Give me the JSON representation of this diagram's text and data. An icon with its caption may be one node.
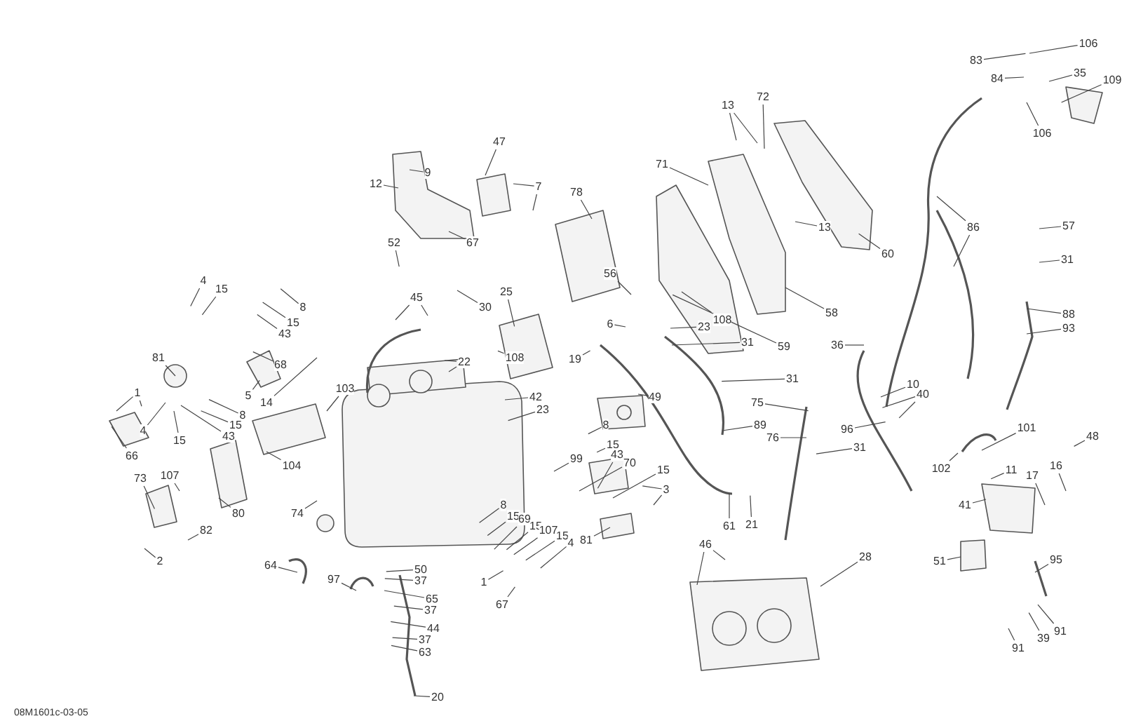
{
  "diagram": {
    "nodes": [
      {
        "text": [
          "106"
        ]
      },
      {
        "text": [
          "83"
        ]
      },
      {
        "text": [
          "35"
        ]
      },
      {
        "text": [
          "84"
        ]
      },
      {
        "text": [
          "109"
        ]
      },
      {
        "text": [
          "72"
        ]
      },
      {
        "text": [
          "13"
        ]
      },
      {
        "text": [
          "106"
        ]
      },
      {
        "text": [
          "47"
        ]
      },
      {
        "text": [
          "71"
        ]
      },
      {
        "text": [
          "9"
        ]
      },
      {
        "text": [
          "12"
        ]
      },
      {
        "text": [
          "7"
        ]
      },
      {
        "text": [
          "78"
        ]
      },
      {
        "text": [
          "13"
        ]
      },
      {
        "text": [
          "86"
        ]
      },
      {
        "text": [
          "57"
        ]
      },
      {
        "text": [
          "67"
        ]
      },
      {
        "text": [
          "52"
        ]
      },
      {
        "text": [
          "60"
        ]
      },
      {
        "text": [
          "31"
        ]
      },
      {
        "text": [
          "56"
        ]
      },
      {
        "text": [
          "4"
        ]
      },
      {
        "text": [
          "15"
        ]
      },
      {
        "text": [
          "8"
        ]
      },
      {
        "text": [
          "25"
        ]
      },
      {
        "text": [
          "45"
        ]
      },
      {
        "text": [
          "30"
        ]
      },
      {
        "text": [
          "58"
        ]
      },
      {
        "text": [
          "88"
        ]
      },
      {
        "text": [
          "15"
        ]
      },
      {
        "text": [
          "6"
        ]
      },
      {
        "text": [
          "108"
        ]
      },
      {
        "text": [
          "23"
        ]
      },
      {
        "text": [
          "93"
        ]
      },
      {
        "text": [
          "43"
        ]
      },
      {
        "text": [
          "31"
        ]
      },
      {
        "text": [
          "36"
        ]
      },
      {
        "text": [
          "59"
        ]
      },
      {
        "text": [
          "81"
        ]
      },
      {
        "text": [
          "22"
        ]
      },
      {
        "text": [
          "108"
        ]
      },
      {
        "text": [
          "19"
        ]
      },
      {
        "text": [
          "68"
        ]
      },
      {
        "text": [
          "31"
        ]
      },
      {
        "text": [
          "10"
        ]
      },
      {
        "text": [
          "103"
        ]
      },
      {
        "text": [
          "1"
        ]
      },
      {
        "text": [
          "5"
        ]
      },
      {
        "text": [
          "40"
        ]
      },
      {
        "text": [
          "42"
        ]
      },
      {
        "text": [
          "49"
        ]
      },
      {
        "text": [
          "14"
        ]
      },
      {
        "text": [
          "75"
        ]
      },
      {
        "text": [
          "23"
        ]
      },
      {
        "text": [
          "8"
        ]
      },
      {
        "text": [
          "15"
        ]
      },
      {
        "text": [
          "89"
        ]
      },
      {
        "text": [
          "8"
        ]
      },
      {
        "text": [
          "96"
        ]
      },
      {
        "text": [
          "4"
        ]
      },
      {
        "text": [
          "48"
        ]
      },
      {
        "text": [
          "101"
        ]
      },
      {
        "text": [
          "43"
        ]
      },
      {
        "text": [
          "76"
        ]
      },
      {
        "text": [
          "15"
        ]
      },
      {
        "text": [
          "15"
        ]
      },
      {
        "text": [
          "31"
        ]
      },
      {
        "text": [
          "66"
        ]
      },
      {
        "text": [
          "43"
        ]
      },
      {
        "text": [
          "99"
        ]
      },
      {
        "text": [
          "70"
        ]
      },
      {
        "text": [
          "104"
        ]
      },
      {
        "text": [
          "102"
        ]
      },
      {
        "text": [
          "16"
        ]
      },
      {
        "text": [
          "11"
        ]
      },
      {
        "text": [
          "15"
        ]
      },
      {
        "text": [
          "17"
        ]
      },
      {
        "text": [
          "107"
        ]
      },
      {
        "text": [
          "73"
        ]
      },
      {
        "text": [
          "3"
        ]
      },
      {
        "text": [
          "41"
        ]
      },
      {
        "text": [
          "8"
        ]
      },
      {
        "text": [
          "74"
        ]
      },
      {
        "text": [
          "80"
        ]
      },
      {
        "text": [
          "15"
        ]
      },
      {
        "text": [
          "69"
        ]
      },
      {
        "text": [
          "15"
        ]
      },
      {
        "text": [
          "61"
        ]
      },
      {
        "text": [
          "21"
        ]
      },
      {
        "text": [
          "107"
        ]
      },
      {
        "text": [
          "82"
        ]
      },
      {
        "text": [
          "15"
        ]
      },
      {
        "text": [
          "81"
        ]
      },
      {
        "text": [
          "4"
        ]
      },
      {
        "text": [
          "46"
        ]
      },
      {
        "text": [
          "28"
        ]
      },
      {
        "text": [
          "95"
        ]
      },
      {
        "text": [
          "51"
        ]
      },
      {
        "text": [
          "2"
        ]
      },
      {
        "text": [
          "64"
        ]
      },
      {
        "text": [
          "50"
        ]
      },
      {
        "text": [
          "97"
        ]
      },
      {
        "text": [
          "37"
        ]
      },
      {
        "text": [
          "1"
        ]
      },
      {
        "text": [
          "65"
        ]
      },
      {
        "text": [
          "67"
        ]
      },
      {
        "text": [
          "37"
        ]
      },
      {
        "text": [
          "44"
        ]
      },
      {
        "text": [
          "91"
        ]
      },
      {
        "text": [
          "39"
        ]
      },
      {
        "text": [
          "37"
        ]
      },
      {
        "text": [
          "91"
        ]
      },
      {
        "text": [
          "63"
        ]
      },
      {
        "text": [
          "20"
        ]
      }
    ],
    "edges": [
      {
        "from": 0,
        "to": null,
        "arrow": "none"
      },
      {
        "from": 1,
        "to": null,
        "arrow": "none"
      },
      {
        "from": 2,
        "to": null,
        "arrow": "none"
      },
      {
        "from": 3,
        "to": null,
        "arrow": "none"
      },
      {
        "from": 4,
        "to": null,
        "arrow": "none"
      },
      {
        "from": 5,
        "to": null,
        "arrow": "none"
      },
      {
        "from": 6,
        "to": null,
        "arrow": "none"
      },
      {
        "from": 6,
        "to": null,
        "arrow": "none"
      },
      {
        "from": 7,
        "to": null,
        "arrow": "none"
      },
      {
        "from": 8,
        "to": null,
        "arrow": "none"
      },
      {
        "from": 9,
        "to": null,
        "arrow": "none"
      },
      {
        "from": 10,
        "to": null,
        "arrow": "none"
      },
      {
        "from": 11,
        "to": null,
        "arrow": "none"
      },
      {
        "from": 12,
        "to": null,
        "arrow": "none"
      },
      {
        "from": 12,
        "to": null,
        "arrow": "none"
      },
      {
        "from": 13,
        "to": null,
        "arrow": "none"
      },
      {
        "from": 14,
        "to": null,
        "arrow": "none"
      },
      {
        "from": 15,
        "to": null,
        "arrow": "none"
      },
      {
        "from": 15,
        "to": null,
        "arrow": "none"
      },
      {
        "from": 16,
        "to": null,
        "arrow": "none"
      },
      {
        "from": 17,
        "to": null,
        "arrow": "none"
      },
      {
        "from": 18,
        "to": null,
        "arrow": "none"
      },
      {
        "from": 19,
        "to": null,
        "arrow": "none"
      },
      {
        "from": 20,
        "to": null,
        "arrow": "none"
      },
      {
        "from": 21,
        "to": null,
        "arrow": "none"
      },
      {
        "from": 22,
        "to": null,
        "arrow": "none"
      },
      {
        "from": 23,
        "to": null,
        "arrow": "none"
      },
      {
        "from": 24,
        "to": null,
        "arrow": "none"
      },
      {
        "from": 25,
        "to": null,
        "arrow": "none"
      },
      {
        "from": 26,
        "to": null,
        "arrow": "none"
      },
      {
        "from": 26,
        "to": null,
        "arrow": "none"
      },
      {
        "from": 27,
        "to": null,
        "arrow": "none"
      },
      {
        "from": 28,
        "to": null,
        "arrow": "none"
      },
      {
        "from": 29,
        "to": null,
        "arrow": "none"
      },
      {
        "from": 30,
        "to": null,
        "arrow": "none"
      },
      {
        "from": 31,
        "to": null,
        "arrow": "none"
      },
      {
        "from": 32,
        "to": null,
        "arrow": "none"
      },
      {
        "from": 33,
        "to": null,
        "arrow": "none"
      },
      {
        "from": 34,
        "to": null,
        "arrow": "none"
      },
      {
        "from": 35,
        "to": null,
        "arrow": "none"
      },
      {
        "from": 36,
        "to": null,
        "arrow": "none"
      },
      {
        "from": 37,
        "to": null,
        "arrow": "none"
      },
      {
        "from": 38,
        "to": null,
        "arrow": "none"
      },
      {
        "from": 39,
        "to": null,
        "arrow": "none"
      },
      {
        "from": 40,
        "to": null,
        "arrow": "none"
      },
      {
        "from": 40,
        "to": null,
        "arrow": "none"
      },
      {
        "from": 41,
        "to": null,
        "arrow": "none"
      },
      {
        "from": 42,
        "to": null,
        "arrow": "none"
      },
      {
        "from": 43,
        "to": null,
        "arrow": "none"
      },
      {
        "from": 44,
        "to": null,
        "arrow": "none"
      },
      {
        "from": 45,
        "to": null,
        "arrow": "none"
      },
      {
        "from": 46,
        "to": null,
        "arrow": "none"
      },
      {
        "from": 47,
        "to": null,
        "arrow": "none"
      },
      {
        "from": 47,
        "to": null,
        "arrow": "none"
      },
      {
        "from": 48,
        "to": null,
        "arrow": "none"
      },
      {
        "from": 49,
        "to": null,
        "arrow": "none"
      },
      {
        "from": 49,
        "to": null,
        "arrow": "none"
      },
      {
        "from": 50,
        "to": null,
        "arrow": "none"
      },
      {
        "from": 51,
        "to": null,
        "arrow": "none"
      },
      {
        "from": 52,
        "to": null,
        "arrow": "none"
      },
      {
        "from": 53,
        "to": null,
        "arrow": "none"
      },
      {
        "from": 54,
        "to": null,
        "arrow": "none"
      },
      {
        "from": 55,
        "to": null,
        "arrow": "none"
      },
      {
        "from": 56,
        "to": null,
        "arrow": "none"
      },
      {
        "from": 57,
        "to": null,
        "arrow": "none"
      },
      {
        "from": 58,
        "to": null,
        "arrow": "none"
      },
      {
        "from": 59,
        "to": null,
        "arrow": "none"
      },
      {
        "from": 60,
        "to": null,
        "arrow": "none"
      },
      {
        "from": 61,
        "to": null,
        "arrow": "none"
      },
      {
        "from": 62,
        "to": null,
        "arrow": "none"
      },
      {
        "from": 63,
        "to": null,
        "arrow": "none"
      },
      {
        "from": 64,
        "to": null,
        "arrow": "none"
      },
      {
        "from": 65,
        "to": null,
        "arrow": "none"
      },
      {
        "from": 66,
        "to": null,
        "arrow": "none"
      },
      {
        "from": 67,
        "to": null,
        "arrow": "none"
      },
      {
        "from": 68,
        "to": null,
        "arrow": "none"
      },
      {
        "from": 69,
        "to": null,
        "arrow": "none"
      },
      {
        "from": 70,
        "to": null,
        "arrow": "none"
      },
      {
        "from": 71,
        "to": null,
        "arrow": "none"
      },
      {
        "from": 72,
        "to": null,
        "arrow": "none"
      },
      {
        "from": 73,
        "to": null,
        "arrow": "none"
      },
      {
        "from": 74,
        "to": null,
        "arrow": "none"
      },
      {
        "from": 75,
        "to": null,
        "arrow": "none"
      },
      {
        "from": 76,
        "to": null,
        "arrow": "none"
      },
      {
        "from": 77,
        "to": null,
        "arrow": "none"
      },
      {
        "from": 78,
        "to": null,
        "arrow": "none"
      },
      {
        "from": 79,
        "to": null,
        "arrow": "none"
      },
      {
        "from": 80,
        "to": null,
        "arrow": "none"
      },
      {
        "from": 80,
        "to": null,
        "arrow": "none"
      },
      {
        "from": 81,
        "to": null,
        "arrow": "none"
      },
      {
        "from": 82,
        "to": null,
        "arrow": "none"
      },
      {
        "from": 83,
        "to": null,
        "arrow": "none"
      },
      {
        "from": 84,
        "to": null,
        "arrow": "none"
      },
      {
        "from": 85,
        "to": null,
        "arrow": "none"
      },
      {
        "from": 86,
        "to": null,
        "arrow": "none"
      },
      {
        "from": 87,
        "to": null,
        "arrow": "none"
      },
      {
        "from": 88,
        "to": null,
        "arrow": "none"
      },
      {
        "from": 89,
        "to": null,
        "arrow": "none"
      },
      {
        "from": 90,
        "to": null,
        "arrow": "none"
      },
      {
        "from": 91,
        "to": null,
        "arrow": "none"
      },
      {
        "from": 92,
        "to": null,
        "arrow": "none"
      },
      {
        "from": 93,
        "to": null,
        "arrow": "none"
      },
      {
        "from": 94,
        "to": null,
        "arrow": "none"
      },
      {
        "from": 95,
        "to": null,
        "arrow": "none"
      },
      {
        "from": 95,
        "to": null,
        "arrow": "none"
      },
      {
        "from": 96,
        "to": null,
        "arrow": "none"
      },
      {
        "from": 97,
        "to": null,
        "arrow": "none"
      },
      {
        "from": 98,
        "to": null,
        "arrow": "none"
      },
      {
        "from": 99,
        "to": null,
        "arrow": "none"
      },
      {
        "from": 100,
        "to": null,
        "arrow": "none"
      },
      {
        "from": 101,
        "to": null,
        "arrow": "none"
      },
      {
        "from": 102,
        "to": null,
        "arrow": "none"
      },
      {
        "from": 103,
        "to": null,
        "arrow": "none"
      },
      {
        "from": 104,
        "to": null,
        "arrow": "none"
      },
      {
        "from": 105,
        "to": null,
        "arrow": "none"
      },
      {
        "from": 106,
        "to": null,
        "arrow": "none"
      },
      {
        "from": 107,
        "to": null,
        "arrow": "none"
      },
      {
        "from": 108,
        "to": null,
        "arrow": "none"
      },
      {
        "from": 109,
        "to": null,
        "arrow": "none"
      },
      {
        "from": 110,
        "to": null,
        "arrow": "none"
      },
      {
        "from": 111,
        "to": null,
        "arrow": "none"
      },
      {
        "from": 112,
        "to": null,
        "arrow": "none"
      },
      {
        "from": 113,
        "to": null,
        "arrow": "none"
      },
      {
        "from": 114,
        "to": null,
        "arrow": "none"
      }
    ],
    "labels": [
      "08M1601c-03-05"
    ]
  }
}
